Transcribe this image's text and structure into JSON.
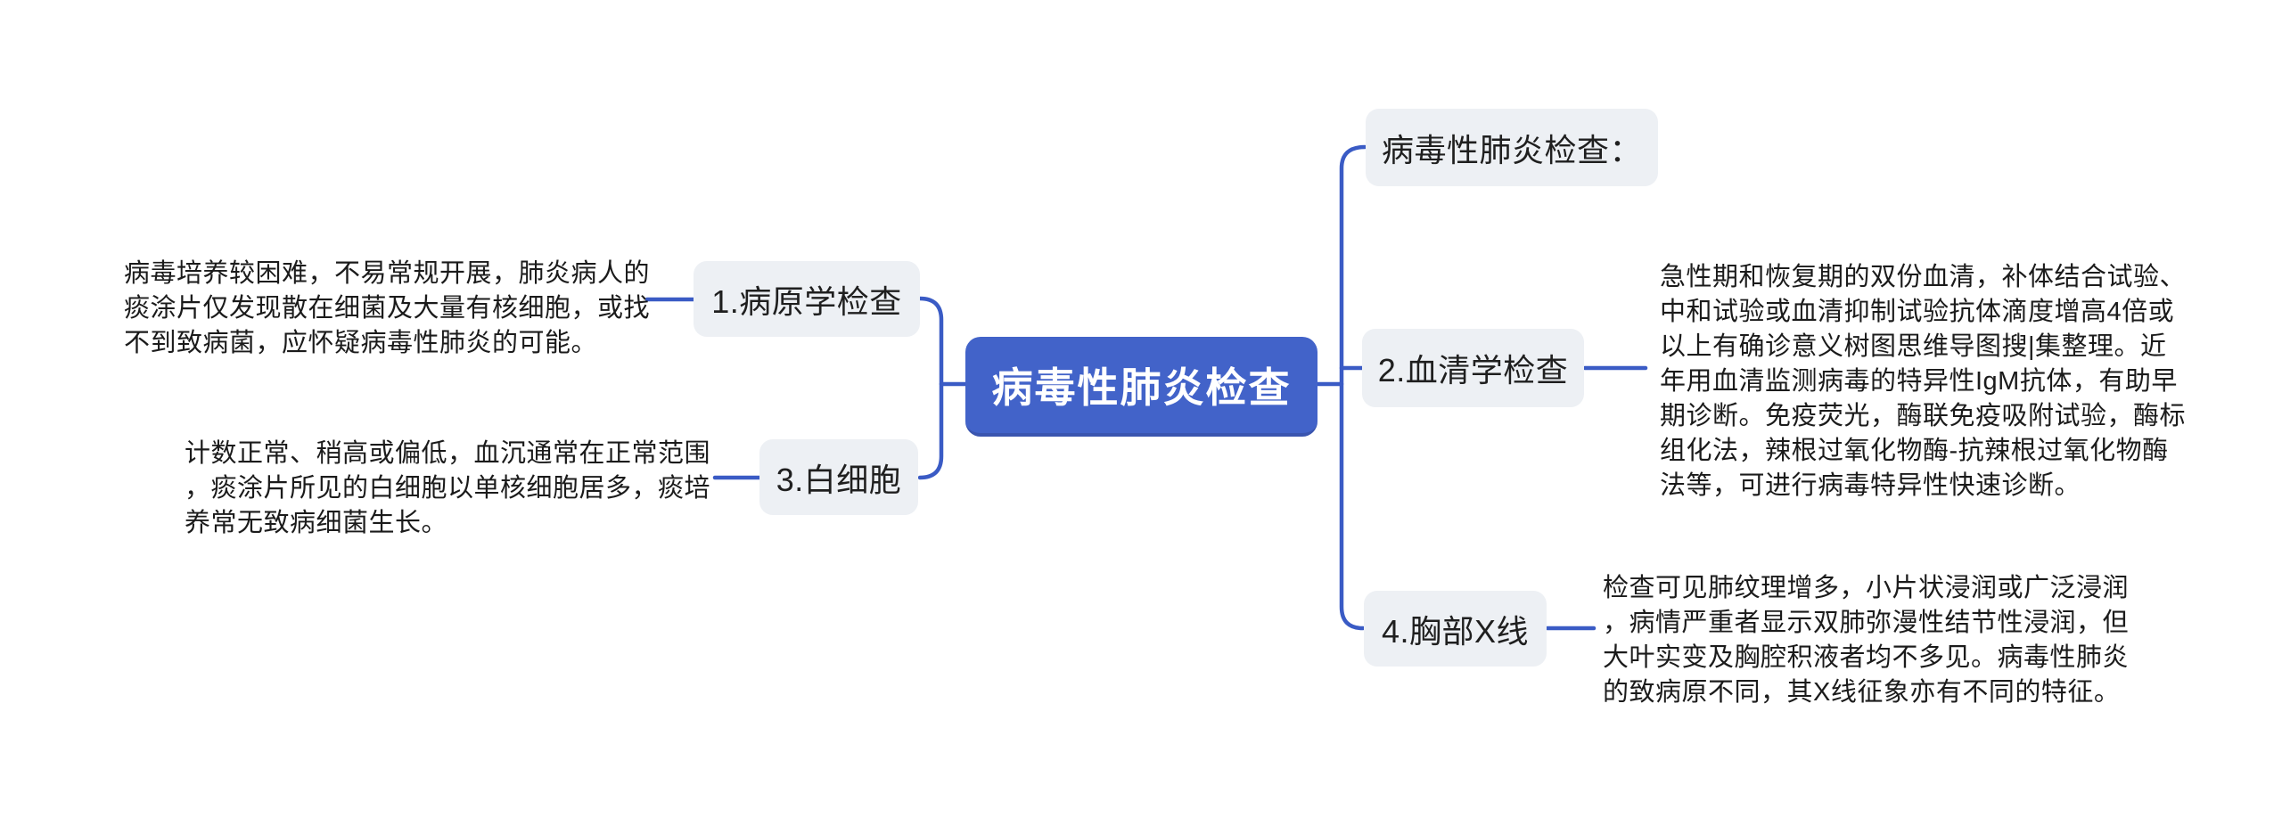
{
  "colors": {
    "accent": "#4263c9",
    "accent_shadow": "#3a55af",
    "connector": "#3a5bc5",
    "node_bg": "#edf0f4",
    "node_text": "#1f1f1f",
    "body_text": "#1b1b1b",
    "root_text": "#ffffff"
  },
  "root": {
    "label": "病毒性肺炎检查"
  },
  "branches": {
    "pathogen": {
      "label": "1.病原学检查",
      "description": "病毒培养较困难，不易常规开展，肺炎病人的\n痰涂片仅发现散在细菌及大量有核细胞，或找\n不到致病菌，应怀疑病毒性肺炎的可能。"
    },
    "wbc": {
      "label": "3.白细胞",
      "description": "计数正常、稍高或偏低，血沉通常在正常范围\n，痰涂片所见的白细胞以单核细胞居多，痰培\n养常无致病细菌生长。"
    },
    "header": {
      "label": "病毒性肺炎检查："
    },
    "serology": {
      "label": "2.血清学检查",
      "description": "急性期和恢复期的双份血清，补体结合试验、\n中和试验或血清抑制试验抗体滴度增高4倍或\n以上有确诊意义树图思维导图搜|集整理。近\n年用血清监测病毒的特异性IgM抗体，有助早\n期诊断。免疫荧光，酶联免疫吸附试验，酶标\n组化法，辣根过氧化物酶-抗辣根过氧化物酶\n法等，可进行病毒特异性快速诊断。"
    },
    "xray": {
      "label": "4.胸部X线",
      "description": "检查可见肺纹理增多，小片状浸润或广泛浸润\n，病情严重者显示双肺弥漫性结节性浸润，但\n大叶实变及胸腔积液者均不多见。病毒性肺炎\n的致病原不同，其X线征象亦有不同的特征。"
    }
  }
}
